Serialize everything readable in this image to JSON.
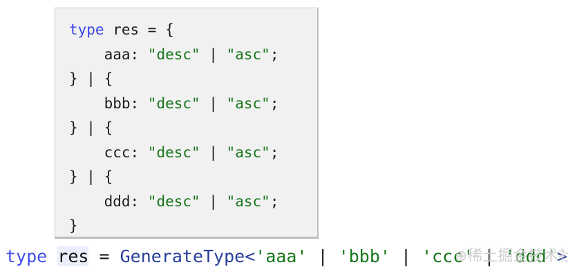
{
  "code_block": {
    "language": "typescript",
    "background": "#f1f1f1",
    "lines": [
      {
        "id": "line-1",
        "tokens": [
          {
            "t": "type",
            "c": "kw"
          },
          {
            "t": " res = {",
            "c": "punc"
          }
        ]
      },
      {
        "id": "line-2",
        "tokens": [
          {
            "t": "    aaa: ",
            "c": "ident"
          },
          {
            "t": "\"desc\"",
            "c": "str"
          },
          {
            "t": " | ",
            "c": "punc"
          },
          {
            "t": "\"asc\"",
            "c": "str"
          },
          {
            "t": ";",
            "c": "punc"
          }
        ]
      },
      {
        "id": "line-3",
        "tokens": [
          {
            "t": "} | {",
            "c": "punc"
          }
        ]
      },
      {
        "id": "line-4",
        "tokens": [
          {
            "t": "    bbb: ",
            "c": "ident"
          },
          {
            "t": "\"desc\"",
            "c": "str"
          },
          {
            "t": " | ",
            "c": "punc"
          },
          {
            "t": "\"asc\"",
            "c": "str"
          },
          {
            "t": ";",
            "c": "punc"
          }
        ]
      },
      {
        "id": "line-5",
        "tokens": [
          {
            "t": "} | {",
            "c": "punc"
          }
        ]
      },
      {
        "id": "line-6",
        "tokens": [
          {
            "t": "    ccc: ",
            "c": "ident"
          },
          {
            "t": "\"desc\"",
            "c": "str"
          },
          {
            "t": " | ",
            "c": "punc"
          },
          {
            "t": "\"asc\"",
            "c": "str"
          },
          {
            "t": ";",
            "c": "punc"
          }
        ]
      },
      {
        "id": "line-7",
        "tokens": [
          {
            "t": "} | {",
            "c": "punc"
          }
        ]
      },
      {
        "id": "line-8",
        "tokens": [
          {
            "t": "    ddd: ",
            "c": "ident"
          },
          {
            "t": "\"desc\"",
            "c": "str"
          },
          {
            "t": " | ",
            "c": "punc"
          },
          {
            "t": "\"asc\"",
            "c": "str"
          },
          {
            "t": ";",
            "c": "punc"
          }
        ]
      },
      {
        "id": "line-9",
        "tokens": [
          {
            "t": "}",
            "c": "punc"
          }
        ]
      }
    ]
  },
  "bottom_line": {
    "id": "type-alias-declaration",
    "tokens": [
      {
        "t": "type",
        "c": "kw2"
      },
      {
        "t": " ",
        "c": "bar"
      },
      {
        "t": "res",
        "c": "sel"
      },
      {
        "t": " = ",
        "c": "bar"
      },
      {
        "t": "GenerateType",
        "c": "gen"
      },
      {
        "t": "<",
        "c": "angle"
      },
      {
        "t": "'aaa'",
        "c": "q"
      },
      {
        "t": " | ",
        "c": "bar"
      },
      {
        "t": "'bbb'",
        "c": "q"
      },
      {
        "t": " | ",
        "c": "bar"
      },
      {
        "t": "'ccc'",
        "c": "q"
      },
      {
        "t": " | ",
        "c": "bar"
      },
      {
        "t": "'ddd'",
        "c": "q"
      },
      {
        "t": ">",
        "c": "angle"
      },
      {
        "t": ";",
        "c": "bar"
      }
    ],
    "selection_token": "res"
  },
  "watermark": {
    "text": "⊕稀土掘金技术社区",
    "color": "#cfcfcf"
  },
  "colors": {
    "keyword_blue": "#3b45e8",
    "string_green": "#17761a",
    "generic_blue": "#27409a",
    "text_black": "#1b1b1b",
    "code_bg": "#f1f1f1",
    "selection_bg": "#eaeffb",
    "page_bg": "#ffffff"
  }
}
